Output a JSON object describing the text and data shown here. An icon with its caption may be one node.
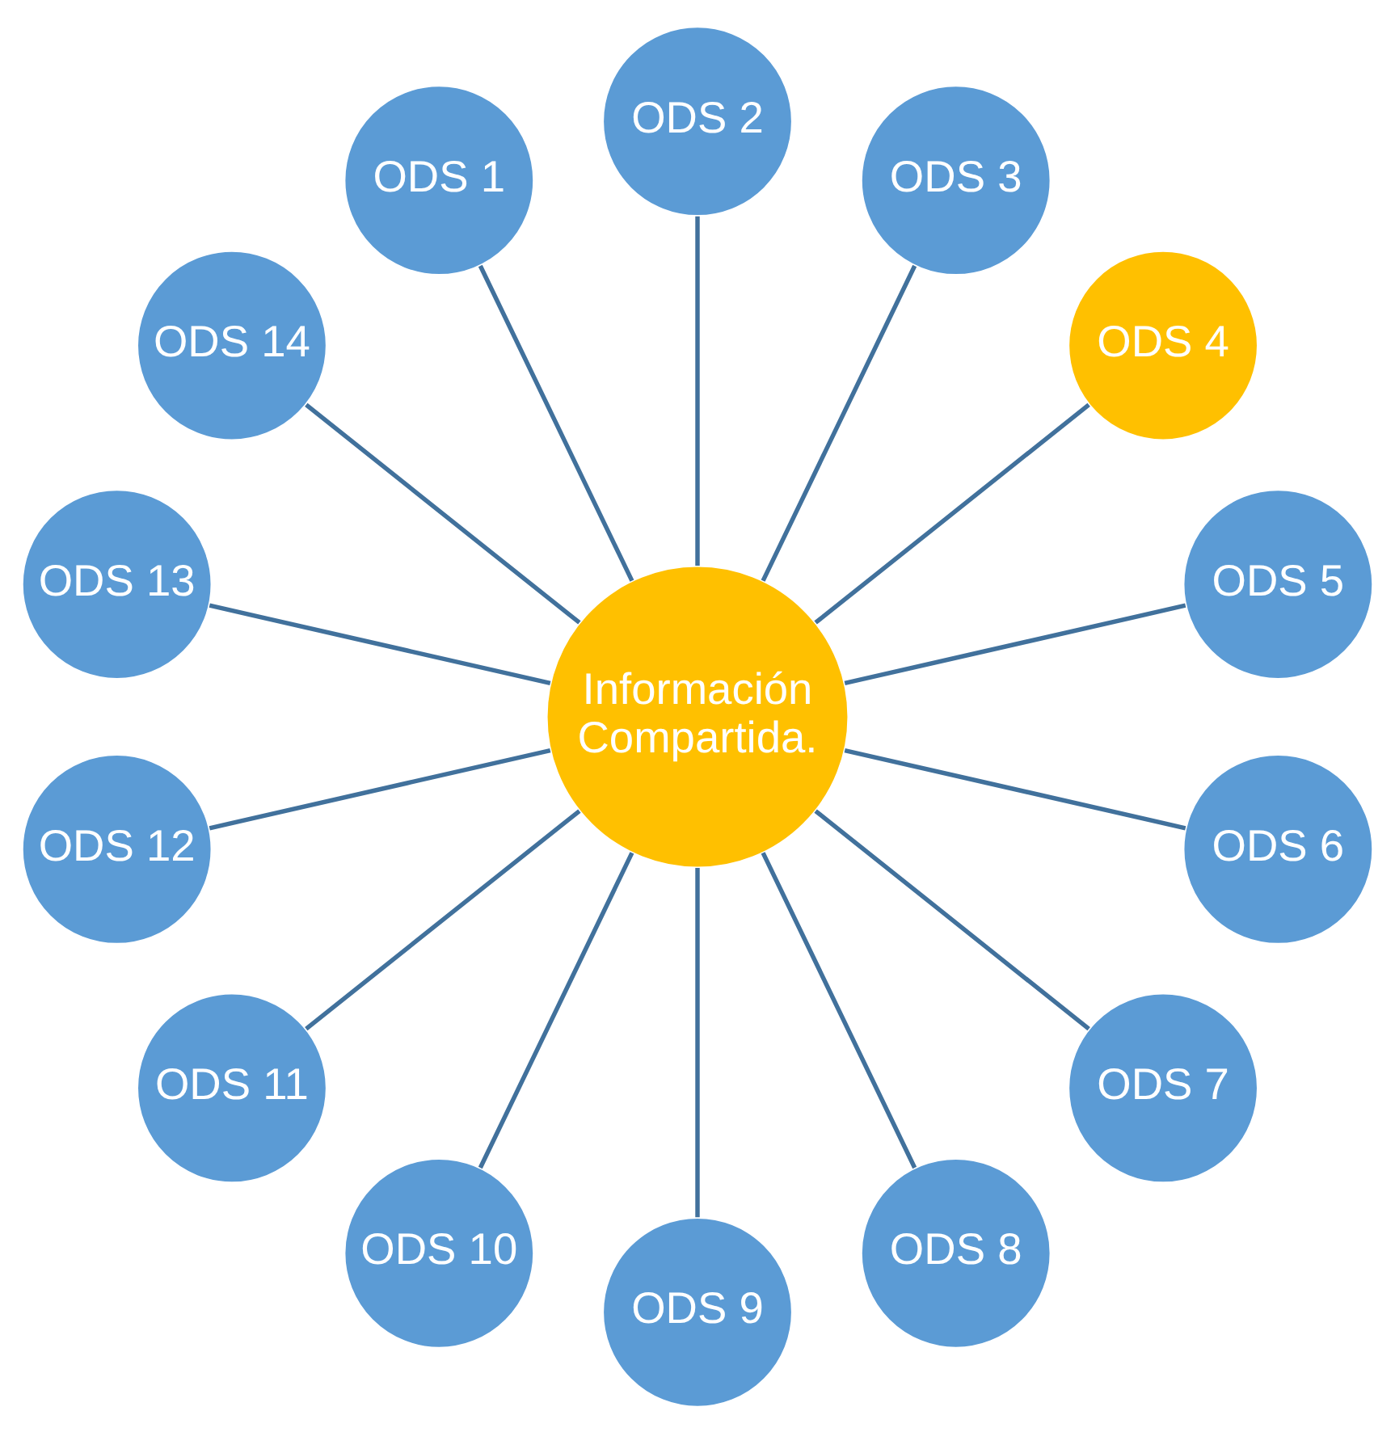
{
  "diagram": {
    "nodes": [
      {
        "text": [
          "Información Compartida."
        ]
      },
      {
        "text": [
          "ODS 1"
        ]
      },
      {
        "text": [
          "ODS 2"
        ]
      },
      {
        "text": [
          "ODS 3"
        ]
      },
      {
        "text": [
          "ODS 4"
        ]
      },
      {
        "text": [
          "ODS 5"
        ]
      },
      {
        "text": [
          "ODS 6"
        ]
      },
      {
        "text": [
          "ODS 7"
        ]
      },
      {
        "text": [
          "ODS 8"
        ]
      },
      {
        "text": [
          "ODS 9"
        ]
      },
      {
        "text": [
          "ODS 10"
        ]
      },
      {
        "text": [
          "ODS 11"
        ]
      },
      {
        "text": [
          "ODS 12"
        ]
      },
      {
        "text": [
          "ODS 13"
        ]
      },
      {
        "text": [
          "ODS 14"
        ]
      }
    ],
    "edges": [
      {
        "from": 0,
        "to": 1,
        "arrow": "none"
      },
      {
        "from": 0,
        "to": 2,
        "arrow": "none"
      },
      {
        "from": 0,
        "to": 3,
        "arrow": "none"
      },
      {
        "from": 0,
        "to": 4,
        "arrow": "none"
      },
      {
        "from": 0,
        "to": 5,
        "arrow": "none"
      },
      {
        "from": 0,
        "to": 6,
        "arrow": "none"
      },
      {
        "from": 0,
        "to": 7,
        "arrow": "none"
      },
      {
        "from": 0,
        "to": 8,
        "arrow": "none"
      },
      {
        "from": 0,
        "to": 9,
        "arrow": "none"
      },
      {
        "from": 0,
        "to": 10,
        "arrow": "none"
      },
      {
        "from": 0,
        "to": 11,
        "arrow": "none"
      },
      {
        "from": 0,
        "to": 12,
        "arrow": "none"
      },
      {
        "from": 0,
        "to": 13,
        "arrow": "none"
      },
      {
        "from": 0,
        "to": 14,
        "arrow": "none"
      }
    ]
  }
}
